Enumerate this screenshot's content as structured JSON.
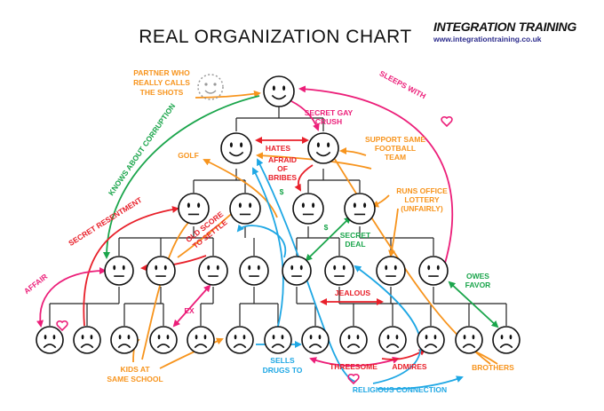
{
  "title": "REAL ORGANIZATION CHART",
  "brand": {
    "name": "INTEGRATION TRAINING",
    "url": "www.integrationtraining.co.uk"
  },
  "colors": {
    "orange": "#f7941d",
    "pink": "#ec1e79",
    "red": "#e8202a",
    "green": "#1aa54b",
    "blue": "#1ea7e4",
    "tree": "#222222"
  },
  "labels": {
    "partner": [
      "PARTNER WHO",
      "REALLY CALLS",
      "THE SHOTS"
    ],
    "sleeps_with": [
      "SLEEPS WITH"
    ],
    "secret_gay_crush": [
      "SECRET GAY",
      "CRUSH"
    ],
    "knows_corruption": [
      "KNOWS ABOUT CORRUPTION"
    ],
    "hates": [
      "HATES"
    ],
    "golf": [
      "GOLF"
    ],
    "afraid_bribes": [
      "AFRAID",
      "OF",
      "BRIBES"
    ],
    "dollar_1": [
      "$"
    ],
    "support_team": [
      "SUPPORT SAME",
      "FOOTBALL",
      "TEAM"
    ],
    "runs_lottery": [
      "RUNS OFFICE",
      "LOTTERY",
      "(UNFAIRLY)"
    ],
    "secret_resentment": [
      "SECRET RESENTMENT"
    ],
    "old_score": [
      "OLD SCORE",
      "TO SETTLE"
    ],
    "dollar_2": [
      "$"
    ],
    "secret_deal": [
      "SECRET",
      "DEAL"
    ],
    "affair": [
      "AFFAIR"
    ],
    "jealous": [
      "JEALOUS"
    ],
    "owes_favor": [
      "OWES",
      "FAVOR"
    ],
    "ex": [
      "EX"
    ],
    "kids_school": [
      "KIDS AT",
      "SAME SCHOOL"
    ],
    "sells_drugs": [
      "SELLS",
      "DRUGS TO"
    ],
    "threesome": [
      "THREESOME"
    ],
    "admires": [
      "ADMIRES"
    ],
    "brothers": [
      "BROTHERS"
    ],
    "religious": [
      "RELIGIOUS CONNECTION"
    ]
  }
}
